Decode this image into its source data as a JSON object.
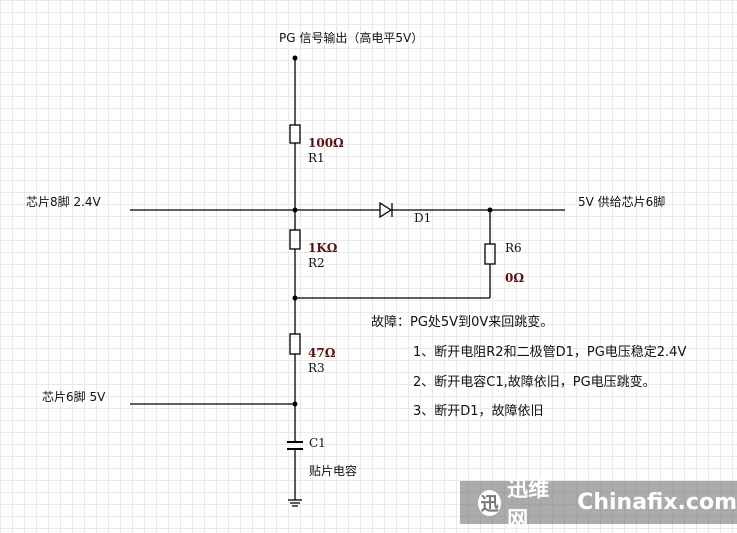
{
  "labels": {
    "pg_output": "PG 信号输出（高电平5V）",
    "chip8": "芯片8脚 2.4V",
    "supply6": "5V 供给芯片6脚",
    "chip6": "芯片6脚 5V",
    "smd_cap": "贴片电容"
  },
  "components": {
    "r1": {
      "value": "100Ω",
      "ref": "R1"
    },
    "r2": {
      "value": "1KΩ",
      "ref": "R2"
    },
    "r3": {
      "value": "47Ω",
      "ref": "R3"
    },
    "r6": {
      "value": "0Ω",
      "ref": "R6"
    },
    "d1": {
      "ref": "D1"
    },
    "c1": {
      "ref": "C1"
    }
  },
  "notes": {
    "fault": "故障：PG处5V到0V来回跳变。",
    "step1": "1、断开电阻R2和二极管D1，PG电压稳定2.4V",
    "step2": "2、断开电容C1,故障依旧，PG电压跳变。",
    "step3": "3、断开D1，故障依旧"
  },
  "watermark": {
    "logo_icon": "迅",
    "cn": "迅维网",
    "en": "Chinafix.com"
  }
}
